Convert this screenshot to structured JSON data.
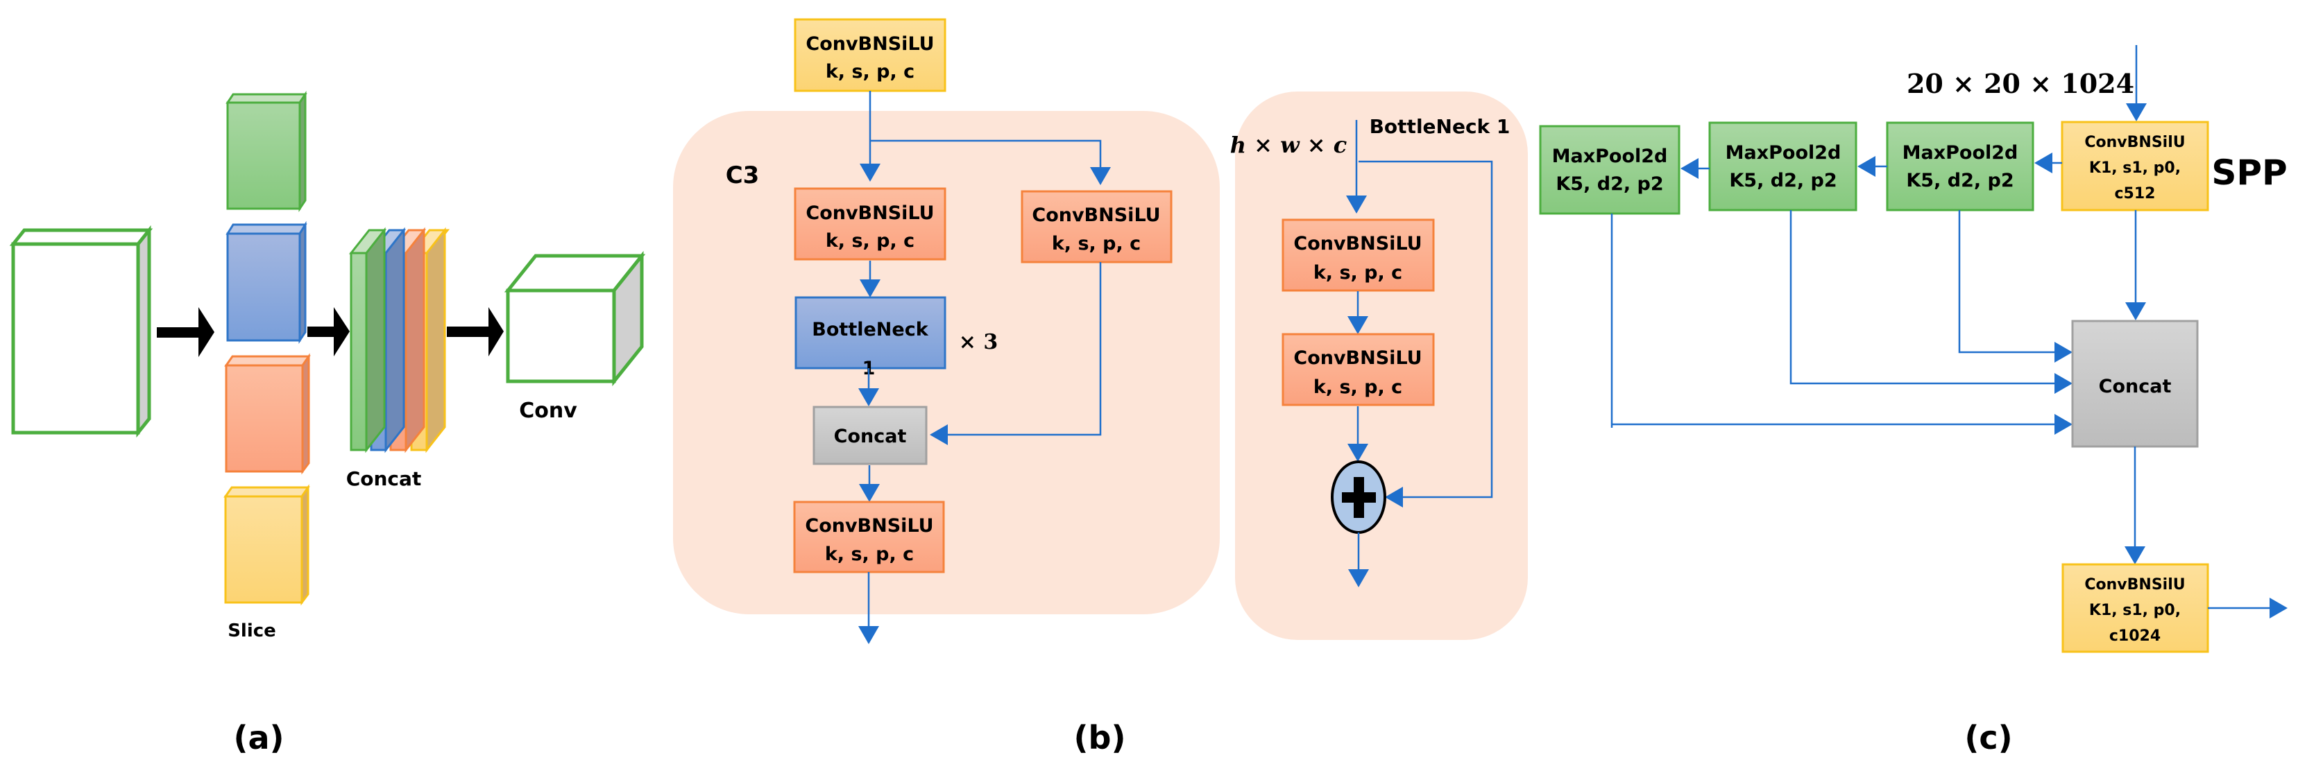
{
  "figure": {
    "panels": {
      "a": {
        "caption": "(a)",
        "slice_label": "Slice",
        "concat_label": "Concat",
        "conv_label": "Conv",
        "slice_colors": [
          "green",
          "blue",
          "orange",
          "yellow"
        ]
      },
      "b": {
        "caption": "(b)",
        "c3": {
          "title": "C3",
          "input": {
            "line1": "ConvBNSiLU",
            "line2": "k, s, p, c"
          },
          "left_conv": {
            "line1": "ConvBNSiLU",
            "line2": "k, s, p, c"
          },
          "right_conv": {
            "line1": "ConvBNSiLU",
            "line2": "k, s, p, c"
          },
          "bottleneck": {
            "line1": "BottleNeck",
            "line2": "1"
          },
          "repeat": "× 3",
          "concat": "Concat",
          "output_conv": {
            "line1": "ConvBNSiLU",
            "line2": "k, s, p, c"
          }
        },
        "bottleneck1": {
          "title": "BottleNeck 1",
          "shape_label": "h × w × c",
          "conv1": {
            "line1": "ConvBNSiLU",
            "line2": "k, s, p, c"
          },
          "conv2": {
            "line1": "ConvBNSiLU",
            "line2": "k, s, p, c"
          },
          "add_symbol": "+"
        }
      },
      "c": {
        "caption": "(c)",
        "title": "SPP",
        "input_shape": "20  × 20 × 1024",
        "input_conv": {
          "line1": "ConvBNSilU",
          "line2": "K1, s1, p0,",
          "line3": "c512"
        },
        "maxpools": [
          {
            "line1": "MaxPool2d",
            "line2": "K5, d2, p2"
          },
          {
            "line1": "MaxPool2d",
            "line2": "K5, d2, p2"
          },
          {
            "line1": "MaxPool2d",
            "line2": "K5, d2, p2"
          }
        ],
        "concat": "Concat",
        "output_conv": {
          "line1": "ConvBNSilU",
          "line2": "K1, s1, p0,",
          "line3": "c1024"
        }
      }
    },
    "colors": {
      "flow": "#1f6fcc",
      "panel_bg": "#fde5d8",
      "green": "#7fc97a",
      "blue": "#7b9fd8",
      "orange": "#fba482",
      "yellow": "#fdd77d",
      "gray": "#c6c6c6"
    }
  }
}
